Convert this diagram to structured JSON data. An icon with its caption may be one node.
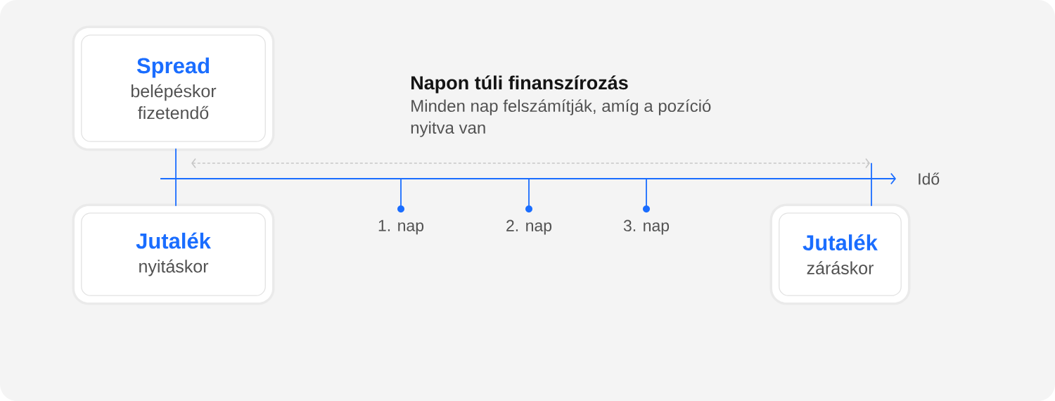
{
  "diagram": {
    "nodes": [
      {
        "text": [
          "Spread",
          "belépéskor fizetendő"
        ]
      },
      {
        "text": [
          "Jutalék",
          "nyitáskor"
        ]
      },
      {
        "text": [
          "Jutalék",
          "záráskor"
        ]
      }
    ],
    "edges": [
      {
        "from": 0,
        "to": 1,
        "arrow": "none"
      },
      {
        "from": null,
        "to": 2,
        "arrow": "none"
      }
    ],
    "labels": [
      "Napon túli finanszírozás",
      "Minden nap felszámítják, amíg a pozíció nyitva van",
      "Idő",
      "1. nap",
      "2. nap",
      "3. nap"
    ]
  }
}
